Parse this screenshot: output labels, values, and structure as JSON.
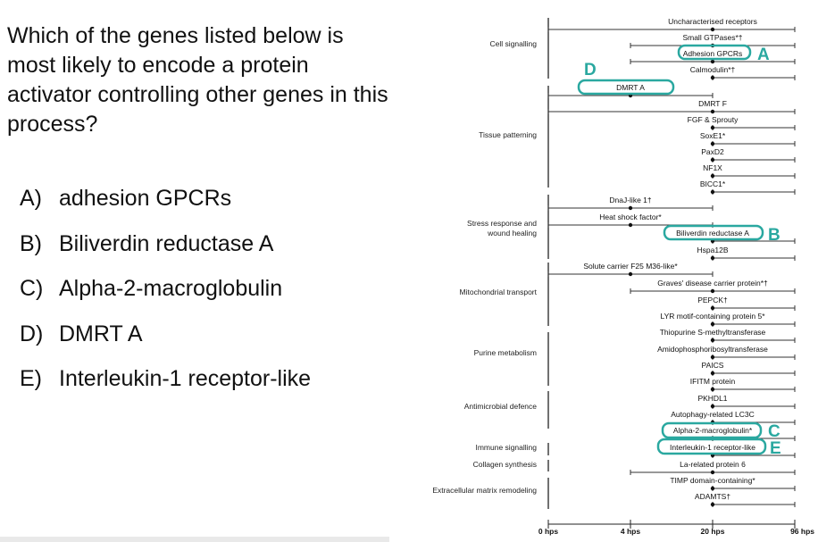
{
  "question": {
    "text": "Which of the genes listed below is most likely to encode a protein activator controlling other genes in this process?"
  },
  "options": [
    {
      "key": "A)",
      "label": "adhesion GPCRs"
    },
    {
      "key": "B)",
      "label": "Biliverdin reductase A"
    },
    {
      "key": "C)",
      "label": "Alpha-2-macroglobulin"
    },
    {
      "key": "D)",
      "label": "DMRT A"
    },
    {
      "key": "E)",
      "label": "Interleukin-1 receptor-like"
    }
  ],
  "chart_data": {
    "type": "timeline",
    "highlight_color": "#2aa8a0",
    "x_ticks": [
      "0 hps",
      "4 hps",
      "20 hps",
      "96 hps"
    ],
    "categories": [
      "Cell signalling",
      "Tissue patterning",
      "Stress response and wound healing",
      "Mitochondrial transport",
      "Purine metabolism",
      "Antimicrobial defence",
      "Immune signalling",
      "Collagen synthesis",
      "Extracellular matrix remodeling"
    ],
    "genes": [
      {
        "label": "Uncharacterised receptors",
        "start": "0 hps",
        "peak": "20 hps",
        "end": "96 hps"
      },
      {
        "label": "Small GTPases*†",
        "start": "4 hps",
        "peak": "20 hps",
        "end": "96 hps"
      },
      {
        "label": "Adhesion GPCRs",
        "start": "4 hps",
        "peak": "20 hps",
        "end": "96 hps",
        "marker": "A"
      },
      {
        "label": "Calmodulin*†",
        "start": "20 hps",
        "peak": "20 hps",
        "end": "96 hps"
      },
      {
        "label": "DMRT A",
        "start": "0 hps",
        "peak": "4 hps",
        "end": "20 hps",
        "marker": "D"
      },
      {
        "label": "DMRT F",
        "start": "0 hps",
        "peak": "20 hps",
        "end": "96 hps"
      },
      {
        "label": "FGF & Sprouty",
        "start": "20 hps",
        "peak": "20 hps",
        "end": "96 hps"
      },
      {
        "label": "SoxE1*",
        "start": "20 hps",
        "peak": "20 hps",
        "end": "96 hps"
      },
      {
        "label": "PaxD2",
        "start": "20 hps",
        "peak": "20 hps",
        "end": "96 hps"
      },
      {
        "label": "NF1X",
        "start": "20 hps",
        "peak": "20 hps",
        "end": "96 hps"
      },
      {
        "label": "BICC1*",
        "start": "20 hps",
        "peak": "20 hps",
        "end": "96 hps"
      },
      {
        "label": "DnaJ-like 1†",
        "start": "0 hps",
        "peak": "4 hps",
        "end": "20 hps"
      },
      {
        "label": "Heat shock factor*",
        "start": "0 hps",
        "peak": "4 hps",
        "end": "20 hps"
      },
      {
        "label": "Biliverdin reductase A",
        "start": "20 hps",
        "peak": "20 hps",
        "end": "96 hps",
        "marker": "B"
      },
      {
        "label": "Hspa12B",
        "start": "20 hps",
        "peak": "20 hps",
        "end": "96 hps"
      },
      {
        "label": "Solute carrier F25 M36-like*",
        "start": "0 hps",
        "peak": "4 hps",
        "end": "20 hps"
      },
      {
        "label": "Graves' disease carrier protein*†",
        "start": "4 hps",
        "peak": "20 hps",
        "end": "96 hps"
      },
      {
        "label": "PEPCK†",
        "start": "20 hps",
        "peak": "20 hps",
        "end": "96 hps"
      },
      {
        "label": "LYR motif-containing protein 5*",
        "start": "20 hps",
        "peak": "20 hps",
        "end": "96 hps"
      },
      {
        "label": "Thiopurine S-methyltransferase",
        "start": "20 hps",
        "peak": "20 hps",
        "end": "96 hps"
      },
      {
        "label": "Amidophosphoribosyltransferase",
        "start": "20 hps",
        "peak": "20 hps",
        "end": "96 hps"
      },
      {
        "label": "PAICS",
        "start": "20 hps",
        "peak": "20 hps",
        "end": "96 hps"
      },
      {
        "label": "IFITM protein",
        "start": "20 hps",
        "peak": "20 hps",
        "end": "96 hps"
      },
      {
        "label": "PKHDL1",
        "start": "20 hps",
        "peak": "20 hps",
        "end": "96 hps"
      },
      {
        "label": "Autophagy-related LC3C",
        "start": "20 hps",
        "peak": "20 hps",
        "end": "96 hps"
      },
      {
        "label": "Alpha-2-macroglobulin*",
        "start": "20 hps",
        "peak": "20 hps",
        "end": "96 hps",
        "marker": "C"
      },
      {
        "label": "Interleukin-1 receptor-like",
        "start": "20 hps",
        "peak": "20 hps",
        "end": "96 hps",
        "marker": "E"
      },
      {
        "label": "La-related protein 6",
        "start": "4 hps",
        "peak": "20 hps",
        "end": "96 hps"
      },
      {
        "label": "TIMP domain-containing*",
        "start": "20 hps",
        "peak": "20 hps",
        "end": "96 hps"
      },
      {
        "label": "ADAMTS†",
        "start": "20 hps",
        "peak": "20 hps",
        "end": "96 hps"
      }
    ]
  }
}
